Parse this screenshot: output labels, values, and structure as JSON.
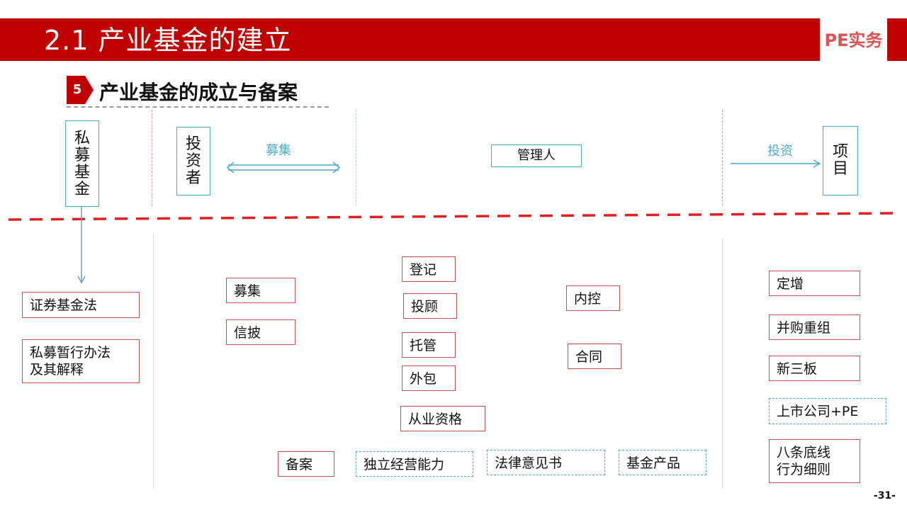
{
  "header": {
    "title": "2.1  产业基金的建立",
    "brand": "PE实务"
  },
  "section": {
    "number": "5",
    "title": "产业基金的成立与备案"
  },
  "top_row": {
    "private_fund": "私募基金",
    "investor": "投资者",
    "raise_label": "募集",
    "manager": "管理人",
    "invest_label": "投资",
    "project": "项目"
  },
  "laws": {
    "securities_fund_law": "证券基金法",
    "private_interim_measures_line1": "私募暂行办法",
    "private_interim_measures_line2": "及其解释"
  },
  "raise_items": {
    "raise": "募集",
    "disclosure": "信披"
  },
  "manager_items": {
    "register": "登记",
    "advisor": "投顾",
    "custody": "托管",
    "outsourcing": "外包",
    "qualification": "从业资格"
  },
  "control_items": {
    "internal_control": "内控",
    "contract": "合同"
  },
  "filing_row": {
    "filing": "备案",
    "independent_ops": "独立经营能力",
    "legal_opinion": "法律意见书",
    "fund_product": "基金产品"
  },
  "project_items": {
    "private_placement": "定增",
    "mna": "并购重组",
    "neeq": "新三板",
    "listed_pe": "上市公司+PE",
    "eight_rules_line1": "八条底线",
    "eight_rules_line2": "行为细则"
  },
  "page_number": "-31-",
  "colors": {
    "accent_red": "#c00000",
    "box_blue": "#4bacc6",
    "box_red": "#c0504d"
  }
}
